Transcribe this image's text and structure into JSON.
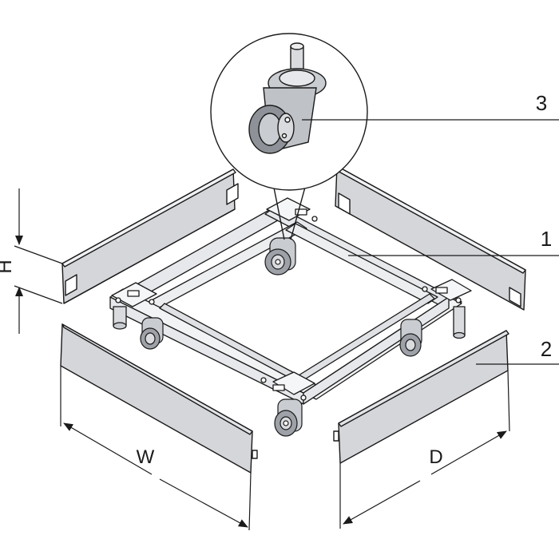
{
  "callouts": {
    "frame": "1",
    "panel": "2",
    "castor": "3"
  },
  "dimensions": {
    "height": "H",
    "width": "W",
    "depth": "D"
  },
  "colors": {
    "panel_fill": "#d4d6da",
    "frame_fill": "#e6e8eb",
    "line": "#1a1a1a"
  }
}
